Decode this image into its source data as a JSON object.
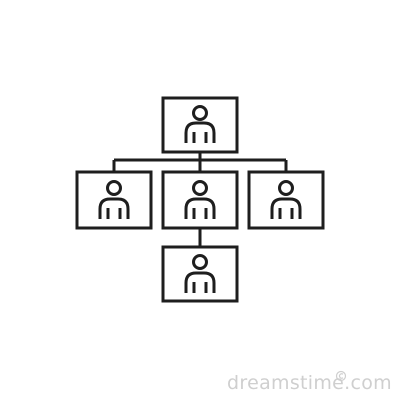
{
  "colors": {
    "stroke": "#1e1e1e",
    "background": "#ffffff",
    "watermark": "#cfcfcf"
  },
  "nodes": [
    {
      "id": "root",
      "icon": "person-icon"
    },
    {
      "id": "child-left",
      "icon": "person-icon"
    },
    {
      "id": "child-center",
      "icon": "person-icon"
    },
    {
      "id": "child-right",
      "icon": "person-icon"
    },
    {
      "id": "grandchild",
      "icon": "person-icon"
    }
  ],
  "edges": [
    [
      "root",
      "child-left"
    ],
    [
      "root",
      "child-center"
    ],
    [
      "root",
      "child-right"
    ],
    [
      "child-center",
      "grandchild"
    ]
  ],
  "watermark": {
    "text": "dreamstime.com",
    "icon": "copyright-icon"
  }
}
